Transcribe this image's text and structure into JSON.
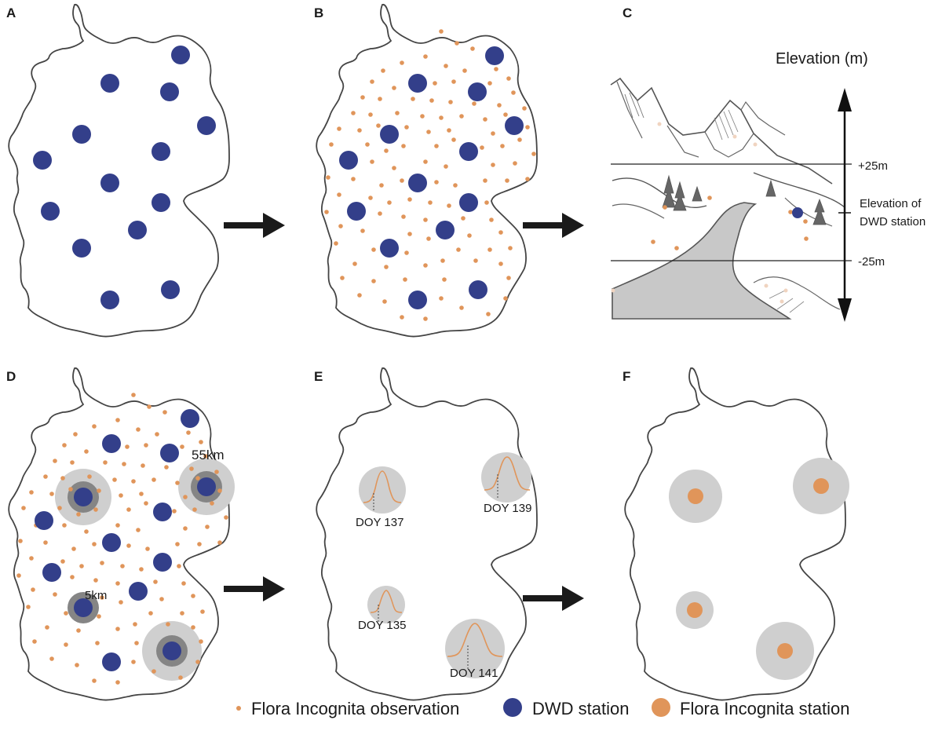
{
  "panels": {
    "a": "A",
    "b": "B",
    "c": "C",
    "d": "D",
    "e": "E",
    "f": "F"
  },
  "elevation": {
    "title": "Elevation (m)",
    "plus": "+25m",
    "station_line1": "Elevation of",
    "station_line2": "DWD station",
    "minus": "-25m"
  },
  "radius": {
    "large": "55km",
    "small": "5km"
  },
  "doy": {
    "nw": "DOY 137",
    "ne": "DOY 139",
    "sw": "DOY 135",
    "se": "DOY 141"
  },
  "legend": {
    "observation": "Flora Incognita observation",
    "dwd": "DWD station",
    "fi_station": "Flora Incognita station"
  },
  "colors": {
    "dwd": "#333f8a",
    "observation": "#e0955a",
    "buffer": "#cfcfcf",
    "buffer_inner": "#858585",
    "outline": "#444444",
    "arrow": "#1a1a1a"
  }
}
